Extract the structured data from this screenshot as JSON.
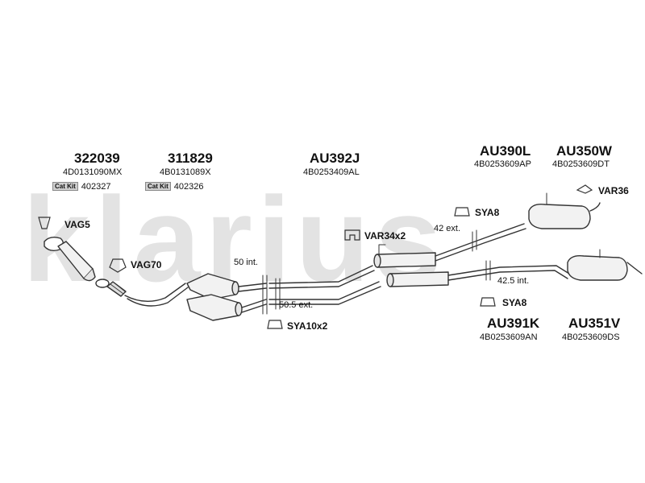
{
  "watermark": "klarius",
  "parts": {
    "p322039": {
      "code": "322039",
      "ref": "4D0131090MX",
      "cat_badge": "Cat Kit",
      "cat_ref": "402327"
    },
    "p311829": {
      "code": "311829",
      "ref": "4B0131089X",
      "cat_badge": "Cat Kit",
      "cat_ref": "402326"
    },
    "au392j": {
      "code": "AU392J",
      "ref": "4B0253409AL"
    },
    "au390l": {
      "code": "AU390L",
      "ref": "4B0253609AP"
    },
    "au350w": {
      "code": "AU350W",
      "ref": "4B0253609DT"
    },
    "au391k": {
      "code": "AU391K",
      "ref": "4B0253609AN"
    },
    "au351v": {
      "code": "AU351V",
      "ref": "4B0253609DS"
    }
  },
  "hardware": {
    "vag5": "VAG5",
    "vag70": "VAG70",
    "var34x2": "VAR34x2",
    "sya8_top": "SYA8",
    "sya8_bottom": "SYA8",
    "var36": "VAR36",
    "sya10x2": "SYA10x2"
  },
  "dimensions": {
    "d50int": "50 int.",
    "d505ext": "50.5 ext.",
    "d42ext": "42 ext.",
    "d425int": "42.5 int."
  },
  "colors": {
    "line": "#333333",
    "watermark": "#e3e3e3"
  }
}
